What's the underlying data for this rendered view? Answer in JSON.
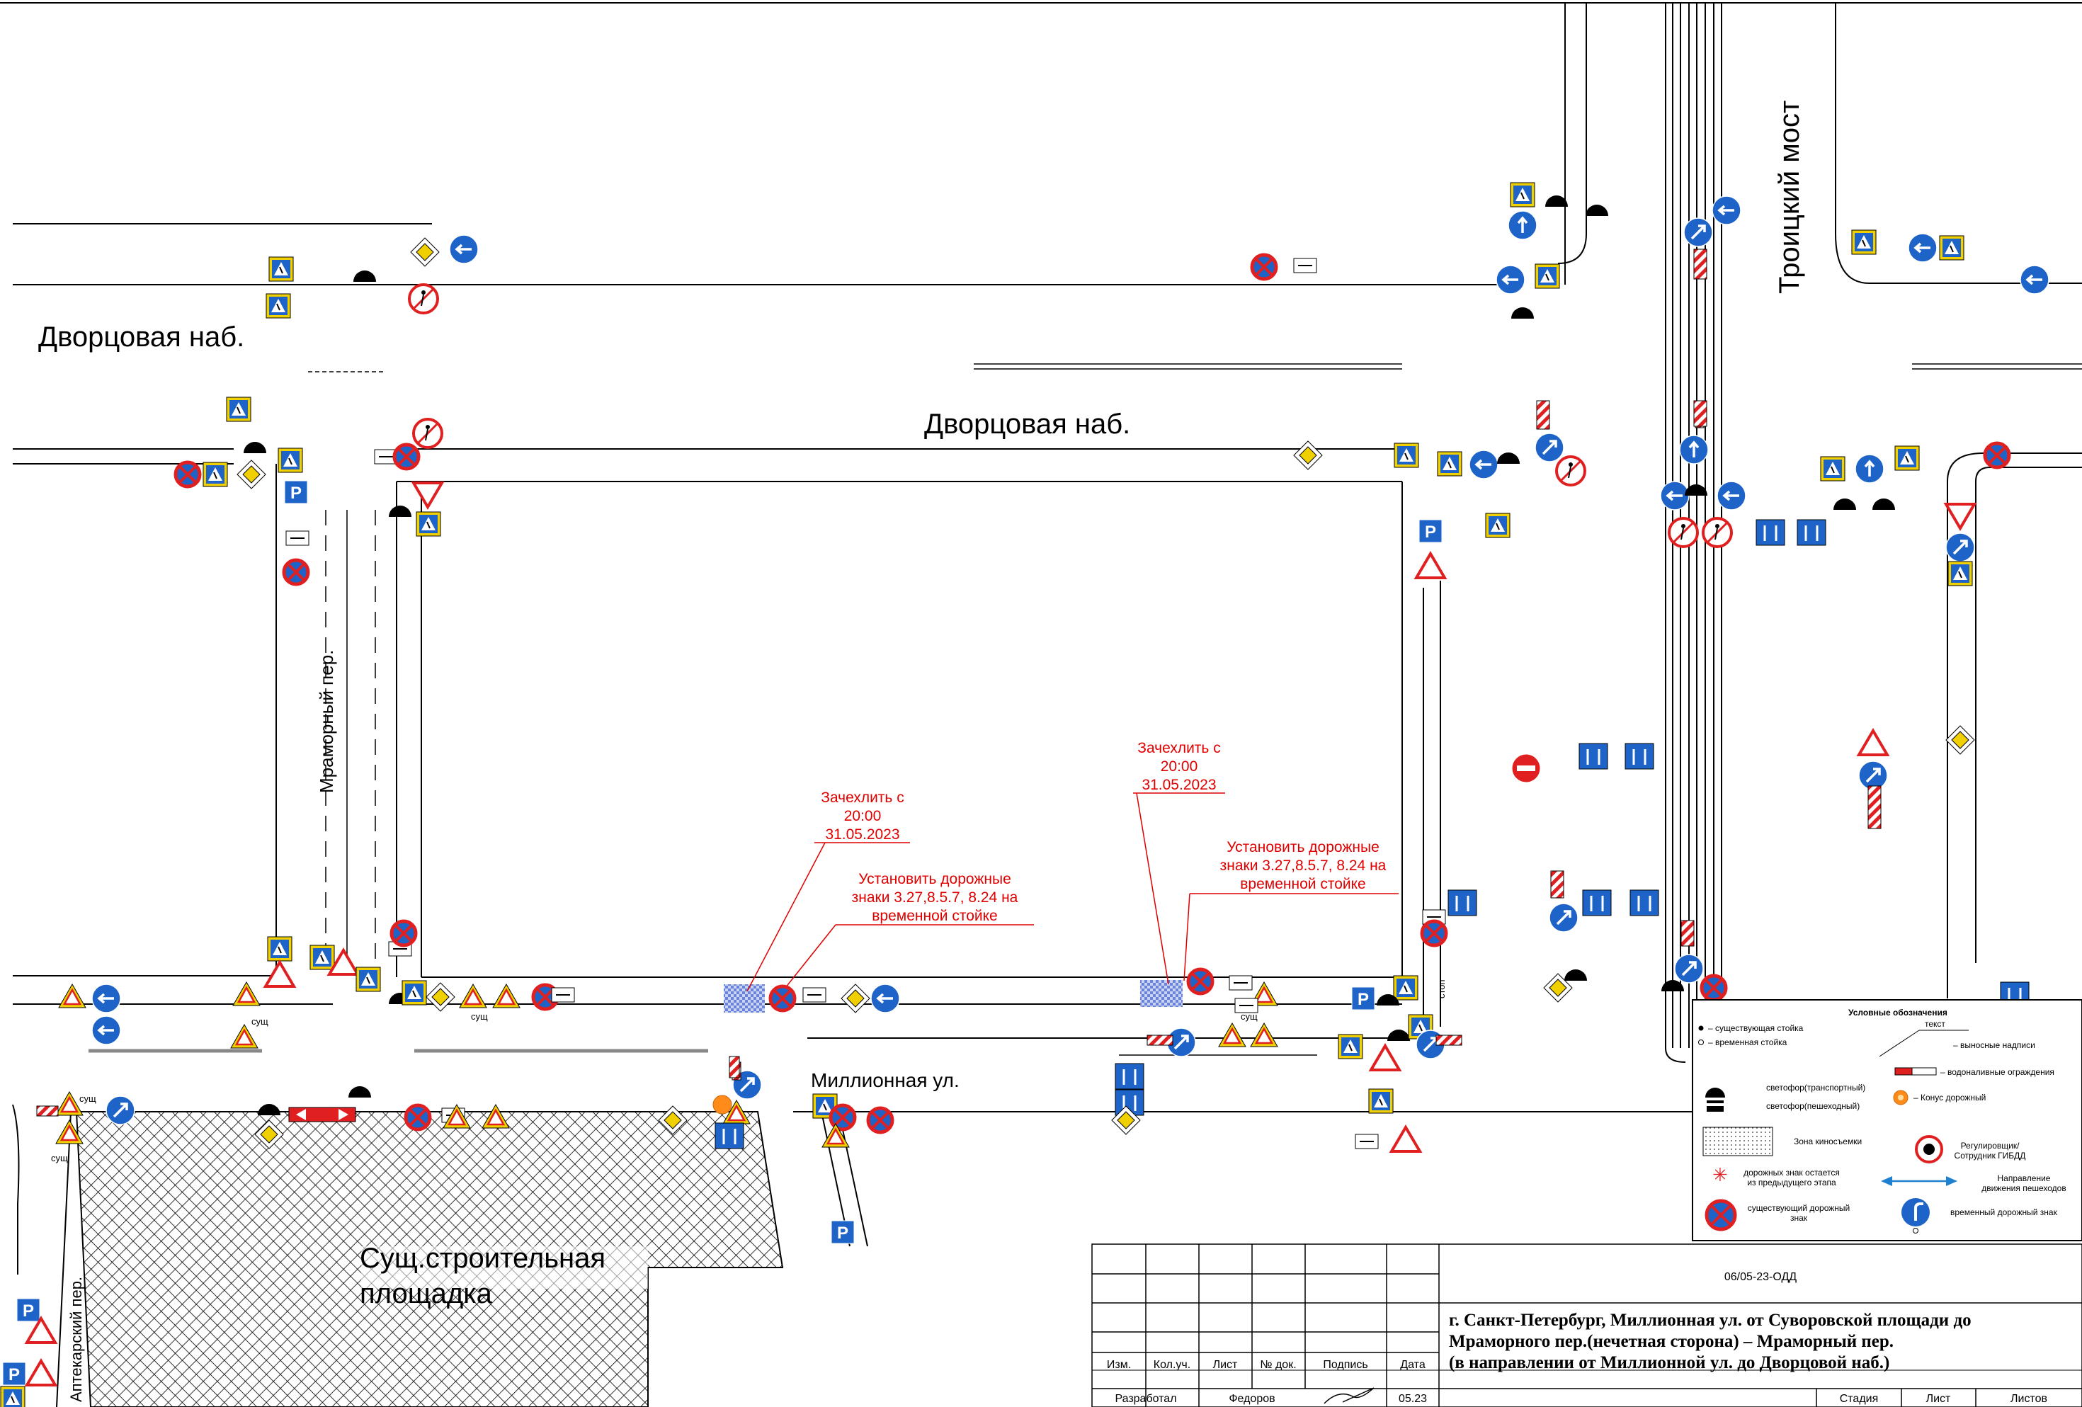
{
  "streets": {
    "dvortsovaya_top": "Дворцовая наб.",
    "dvortsovaya_mid": "Дворцовая наб.",
    "mramorny": "Мраморный пер.",
    "troitsky": "Троицкий мост",
    "millionnaya": "Миллионная ул.",
    "aptekarsky": "Аптекарский пер.",
    "construction_site": [
      "Сущ.строительная",
      "площадка"
    ]
  },
  "annotations": {
    "cover_left": [
      "Зачехлить с",
      "20:00",
      "31.05.2023"
    ],
    "cover_right": [
      "Зачехлить с",
      "20:00",
      "31.05.2023"
    ],
    "install_left": [
      "Установить дорожные",
      "знаки 3.27,8.5.7, 8.24 на",
      "временной стойке"
    ],
    "install_right": [
      "Установить дорожные",
      "знаки 3.27,8.5.7, 8.24 на",
      "временной стойке"
    ],
    "sush": "сущ",
    "stop": "стоп"
  },
  "legend": {
    "title": "Условные обозначения",
    "existing_post": "– существующая стойка",
    "temp_post": "– временная стойка",
    "text_label": "текст",
    "callouts": "– выносные надписи",
    "water_barrier": "– водоналивные ограждения",
    "traffic_light_transport": "светофор(транспортный)",
    "traffic_light_pedestrian": "светофор(пешеходный)",
    "cone": "– Конус дорожный",
    "film_zone": "Зона киносъемки",
    "police": [
      "Регулировщик/",
      "Сотрудник ГИБДД"
    ],
    "remains": [
      "дорожных знак остается",
      "из предыдущего этапа"
    ],
    "ped_direction": [
      "Направление",
      "движения пешеходов"
    ],
    "existing_sign": [
      "существующий дорожный",
      "знак"
    ],
    "temp_sign": "временный дорожный знак"
  },
  "stamp": {
    "code": "06/05-23-ОДД",
    "title_lines": [
      "г. Санкт-Петербург, Миллионная ул. от Суворовской площади до",
      "Мраморного пер.(нечетная сторона) – Мраморный пер.",
      "(в направлении от Миллионной ул. до Дворцовой наб.)"
    ],
    "headers": [
      "Изм.",
      "Кол.уч.",
      "Лист",
      "№ док.",
      "Подпись",
      "Дата"
    ],
    "developed_label": "Разработал",
    "developer": "Федоров",
    "date": "05.23",
    "stage_headers": [
      "Стадия",
      "Лист",
      "Листов"
    ]
  },
  "colors": {
    "sign_blue": "#1e64c8",
    "sign_red": "#e02020",
    "sign_yellow": "#f0d000",
    "note_red": "#e00000",
    "line": "#000000"
  }
}
